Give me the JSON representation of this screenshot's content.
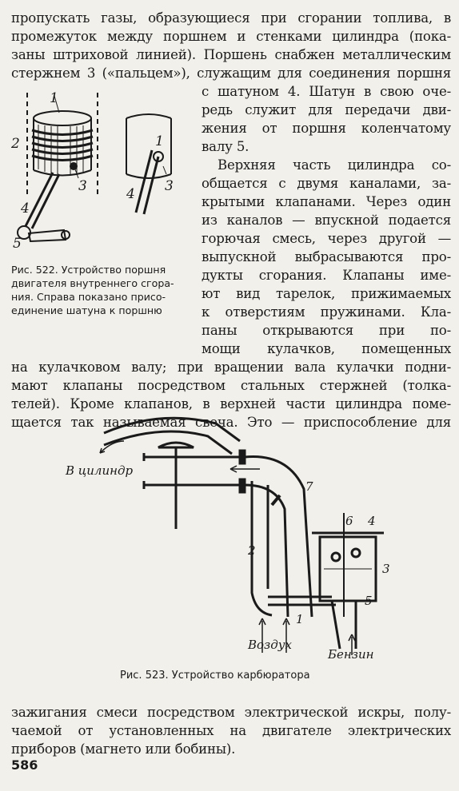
{
  "text": {
    "para1": [
      "пропускать газы, образующиеся при сгорании топлива, в",
      "промежуток между поршнем и стенками цилиндра (пока-",
      "заны штриховой линией). Поршень снабжен металлическим",
      "стержнем 3 («пальцем»), служащим для соединения поршня"
    ],
    "col": [
      "с шатуном 4. Шатун в свою оче-",
      "редь служит для передачи дви-",
      "жения от поршня коленчатому",
      "валу 5.",
      "Верхняя часть цилиндра со-",
      "общается с двумя каналами, за-",
      "крытыми клапанами. Через один",
      "из каналов — впускной подается",
      "горючая смесь, через другой —",
      "выпускной выбрасываются про-",
      "дукты сгорания. Клапаны име-",
      "ют вид тарелок, прижимаемых",
      "к отверстиям пружинами. Кла-",
      "паны открываются при по-",
      "мощи кулачков, помещенных"
    ],
    "para2": [
      "на кулачковом валу; при вращении вала кулачки подни-",
      "мают клапаны посредством стальных стержней (толка-",
      "телей). Кроме клапанов, в верхней части цилиндра поме-",
      "щается так называемая свеча. Это — приспособление для"
    ],
    "para3": [
      "зажигания смеси посредством электрической искры, полу-",
      "чаемой от установленных на двигателе электрических",
      "приборов (магнето или бобины)."
    ]
  },
  "fig522": {
    "caption": [
      "Рис. 522. Устройство поршня",
      "двигателя внутреннего сгора-",
      "ния. Справа показано присо-",
      "единение шатуна к поршню"
    ],
    "labels": {
      "l1": "1",
      "l2": "2",
      "l3": "3",
      "l4": "4",
      "l5": "5",
      "r1": "1",
      "r3": "3",
      "r4": "4"
    }
  },
  "fig523": {
    "caption": "Рис. 523. Устройство карбюратора",
    "labels": {
      "to_cylinder": "В цилиндр",
      "air": "Воздух",
      "fuel": "Бензин",
      "n1": "1",
      "n2": "2",
      "n3": "3",
      "n4": "4",
      "n5": "5",
      "n6": "6",
      "n7": "7"
    }
  },
  "page_number": "586"
}
